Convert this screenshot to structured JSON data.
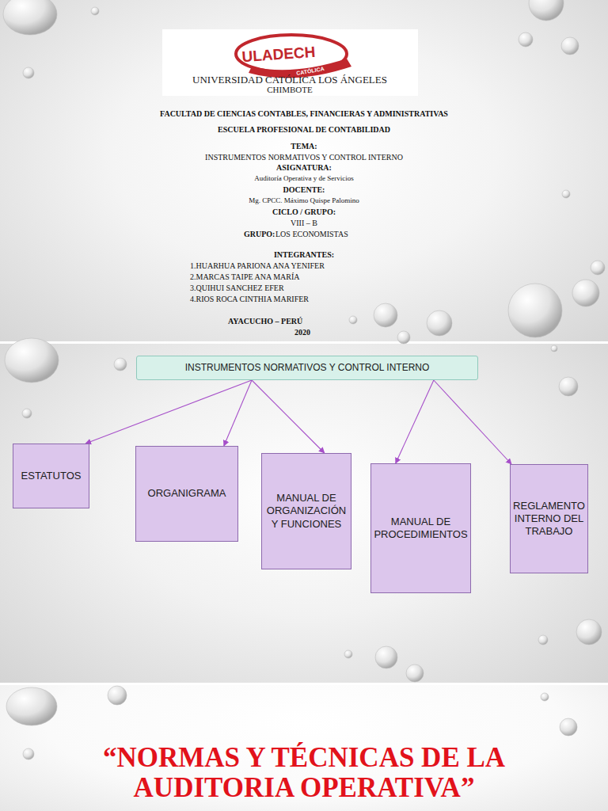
{
  "diagram": {
    "nodes": [
      {
        "text": [
          "INSTRUMENTOS NORMATIVOS Y CONTROL INTERNO"
        ]
      },
      {
        "text": [
          "ESTATUTOS"
        ]
      },
      {
        "text": [
          "ORGANIGRAMA"
        ]
      },
      {
        "text": [
          "MANUAL DE ORGANIZACIÓN Y FUNCIONES"
        ]
      },
      {
        "text": [
          "MANUAL DE PROCEDIMIENTOS"
        ]
      },
      {
        "text": [
          "REGLAMENTO INTERNO DEL TRABAJO"
        ]
      }
    ],
    "edges": [
      {
        "from": 0,
        "to": 1,
        "arrow": "to"
      },
      {
        "from": 0,
        "to": 2,
        "arrow": "to"
      },
      {
        "from": 0,
        "to": 3,
        "arrow": "to"
      },
      {
        "from": 0,
        "to": 4,
        "arrow": "to"
      },
      {
        "from": 0,
        "to": 5,
        "arrow": "to"
      }
    ],
    "labels": [
      "ULADECH",
      "CATÓLICA",
      "UNIVERSIDAD CATÓLICA LOS ÁNGELES",
      "CHIMBOTE",
      "FACULTAD DE CIENCIAS CONTABLES, FINANCIERAS Y ADMINISTRATIVAS",
      "ESCUELA PROFESIONAL DE CONTABILIDAD",
      "TEMA:",
      "INSTRUMENTOS NORMATIVOS Y CONTROL INTERNO",
      "ASIGNATURA:",
      "Auditoría Operativa y de Servicios",
      "DOCENTE:",
      "Mg. CPCC. Máximo Quispe Palomino",
      "CICLO / GRUPO:",
      "VIII – B",
      "GRUPO:",
      "LOS ECONOMISTAS",
      "INTEGRANTES:",
      "1.HUARHUA PARIONA ANA YENIFER",
      "2.MARCAS TAIPE ANA MARÍA",
      "3.QUIHUI SANCHEZ EFER",
      "4.RIOS ROCA CINTHIA MARIFER",
      "AYACUCHO – PERÚ",
      "2020",
      "“NORMAS Y TÉCNICAS DE LA AUDITORIA OPERATIVA”"
    ]
  }
}
